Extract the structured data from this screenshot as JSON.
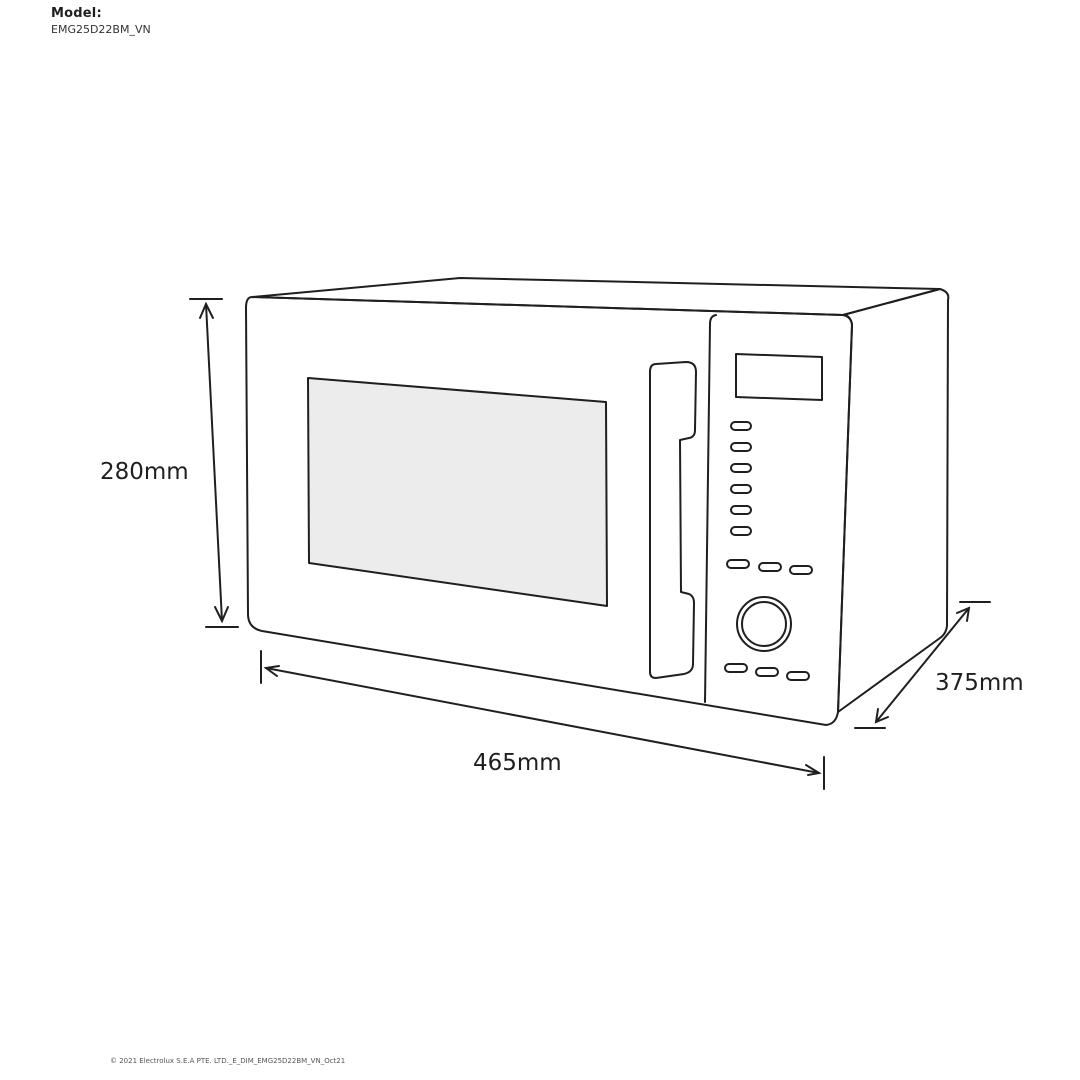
{
  "header": {
    "model_label": "Model:",
    "model_code": "EMG25D22BM_VN"
  },
  "dimensions": {
    "height": "280mm",
    "width": "465mm",
    "depth": "375mm"
  },
  "footer": {
    "copyright": "© 2021 Electrolux S.E.A PTE. LTD._E_DIM_EMG25D22BM_VN_Oct21"
  },
  "colors": {
    "line": "#1f1f1f",
    "window_fill": "#ececec"
  }
}
